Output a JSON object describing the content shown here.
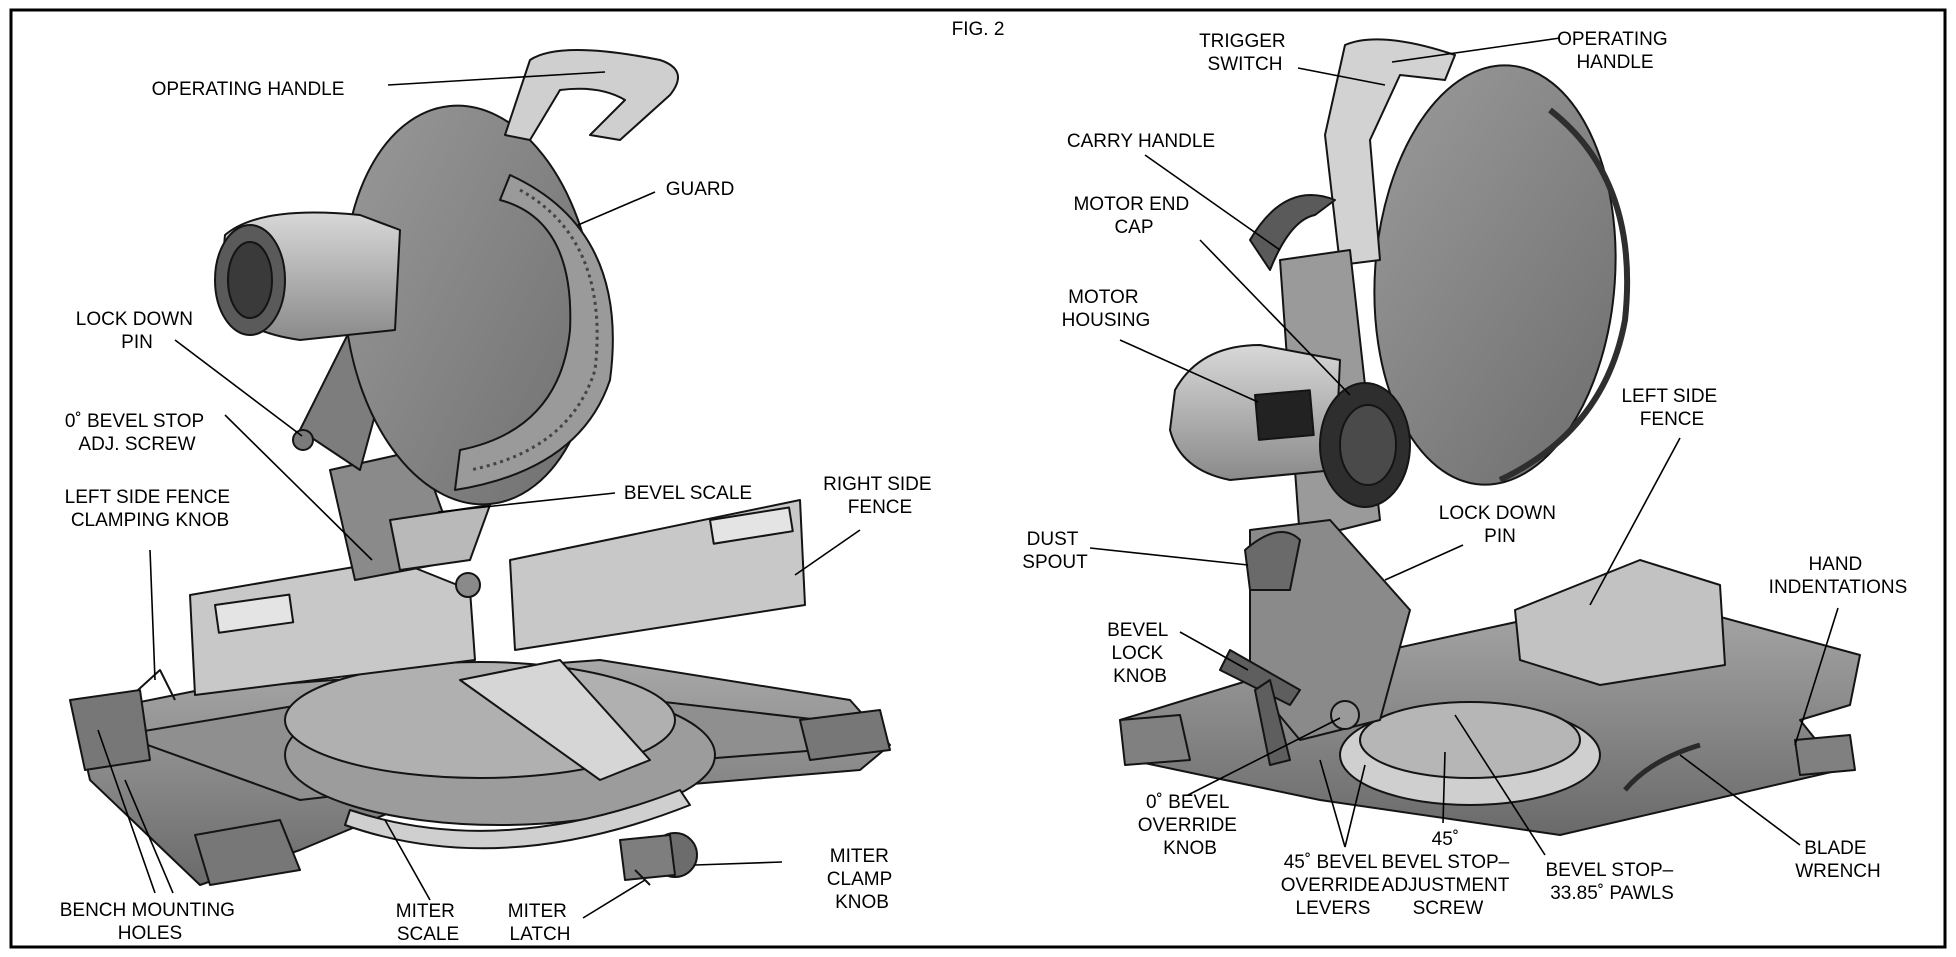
{
  "figure": {
    "title": "FIG. 2"
  },
  "colors": {
    "outline": "#141414",
    "dark": "#4a4a4a",
    "mid": "#8c8c8c",
    "light": "#bdbdbd",
    "pale": "#dcdcdc",
    "leader": "#000000"
  },
  "left_view": {
    "labels": [
      {
        "id": "operating-handle",
        "lines": [
          "OPERATING HANDLE"
        ]
      },
      {
        "id": "guard",
        "lines": [
          "GUARD"
        ]
      },
      {
        "id": "lock-down-pin",
        "lines": [
          "LOCK DOWN",
          "PIN"
        ]
      },
      {
        "id": "bevel-stop-adj-screw",
        "lines": [
          "0˚ BEVEL STOP",
          "ADJ. SCREW"
        ]
      },
      {
        "id": "left-side-fence-clamping-knob",
        "lines": [
          "LEFT SIDE FENCE",
          "CLAMPING KNOB"
        ]
      },
      {
        "id": "bevel-scale",
        "lines": [
          "BEVEL SCALE"
        ]
      },
      {
        "id": "right-side-fence",
        "lines": [
          "RIGHT SIDE",
          "FENCE"
        ]
      },
      {
        "id": "bench-mounting-holes",
        "lines": [
          "BENCH MOUNTING",
          "HOLES"
        ]
      },
      {
        "id": "miter-scale",
        "lines": [
          "MITER",
          "SCALE"
        ]
      },
      {
        "id": "miter-latch",
        "lines": [
          "MITER",
          "LATCH"
        ]
      },
      {
        "id": "miter-clamp-knob",
        "lines": [
          "MITER",
          "CLAMP",
          "KNOB"
        ]
      }
    ]
  },
  "right_view": {
    "labels": [
      {
        "id": "trigger-switch",
        "lines": [
          "TRIGGER",
          "SWITCH"
        ]
      },
      {
        "id": "operating-handle-r",
        "lines": [
          "OPERATING",
          "HANDLE"
        ]
      },
      {
        "id": "carry-handle",
        "lines": [
          "CARRY HANDLE"
        ]
      },
      {
        "id": "motor-end-cap",
        "lines": [
          "MOTOR END",
          "CAP"
        ]
      },
      {
        "id": "motor-housing",
        "lines": [
          "MOTOR",
          "HOUSING"
        ]
      },
      {
        "id": "left-side-fence",
        "lines": [
          "LEFT SIDE",
          "FENCE"
        ]
      },
      {
        "id": "lock-down-pin-r",
        "lines": [
          "LOCK DOWN",
          "PIN"
        ]
      },
      {
        "id": "dust-spout",
        "lines": [
          "DUST",
          "SPOUT"
        ]
      },
      {
        "id": "hand-indentations",
        "lines": [
          "HAND",
          "INDENTATIONS"
        ]
      },
      {
        "id": "bevel-lock-knob",
        "lines": [
          "BEVEL",
          "LOCK",
          "KNOB"
        ]
      },
      {
        "id": "bevel-override-knob",
        "lines": [
          "0˚ BEVEL",
          "OVERRIDE",
          "KNOB"
        ]
      },
      {
        "id": "bevel-override-levers",
        "lines": [
          "45˚ BEVEL",
          "OVERRIDE",
          "LEVERS"
        ]
      },
      {
        "id": "bevel-stop-adjustment-screw",
        "lines": [
          "45˚",
          "BEVEL STOP–",
          "ADJUSTMENT",
          "SCREW"
        ]
      },
      {
        "id": "bevel-stop-pawls",
        "lines": [
          "BEVEL STOP–",
          "33.85˚ PAWLS"
        ]
      },
      {
        "id": "blade-wrench",
        "lines": [
          "BLADE",
          "WRENCH"
        ]
      }
    ]
  }
}
